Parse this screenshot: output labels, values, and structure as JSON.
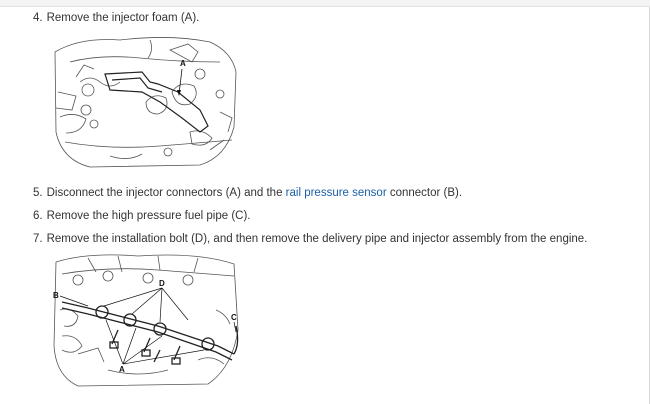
{
  "steps": [
    {
      "number": "4.",
      "text": "Remove the injector foam (A)."
    },
    {
      "number": "5.",
      "before": "Disconnect the injector connectors (A) and the ",
      "link": "rail pressure sensor",
      "after": " connector (B)."
    },
    {
      "number": "6.",
      "text": "Remove the high pressure fuel pipe (C)."
    },
    {
      "number": "7.",
      "text": "Remove the installation bolt (D), and then remove the delivery pipe and injector assembly from the engine."
    }
  ],
  "figure1": {
    "callouts": [
      "A"
    ]
  },
  "figure2": {
    "callouts": [
      "B",
      "D",
      "C",
      "A"
    ]
  },
  "colors": {
    "link": "#1a5fa8",
    "text": "#333333",
    "line_art": "#555555"
  }
}
